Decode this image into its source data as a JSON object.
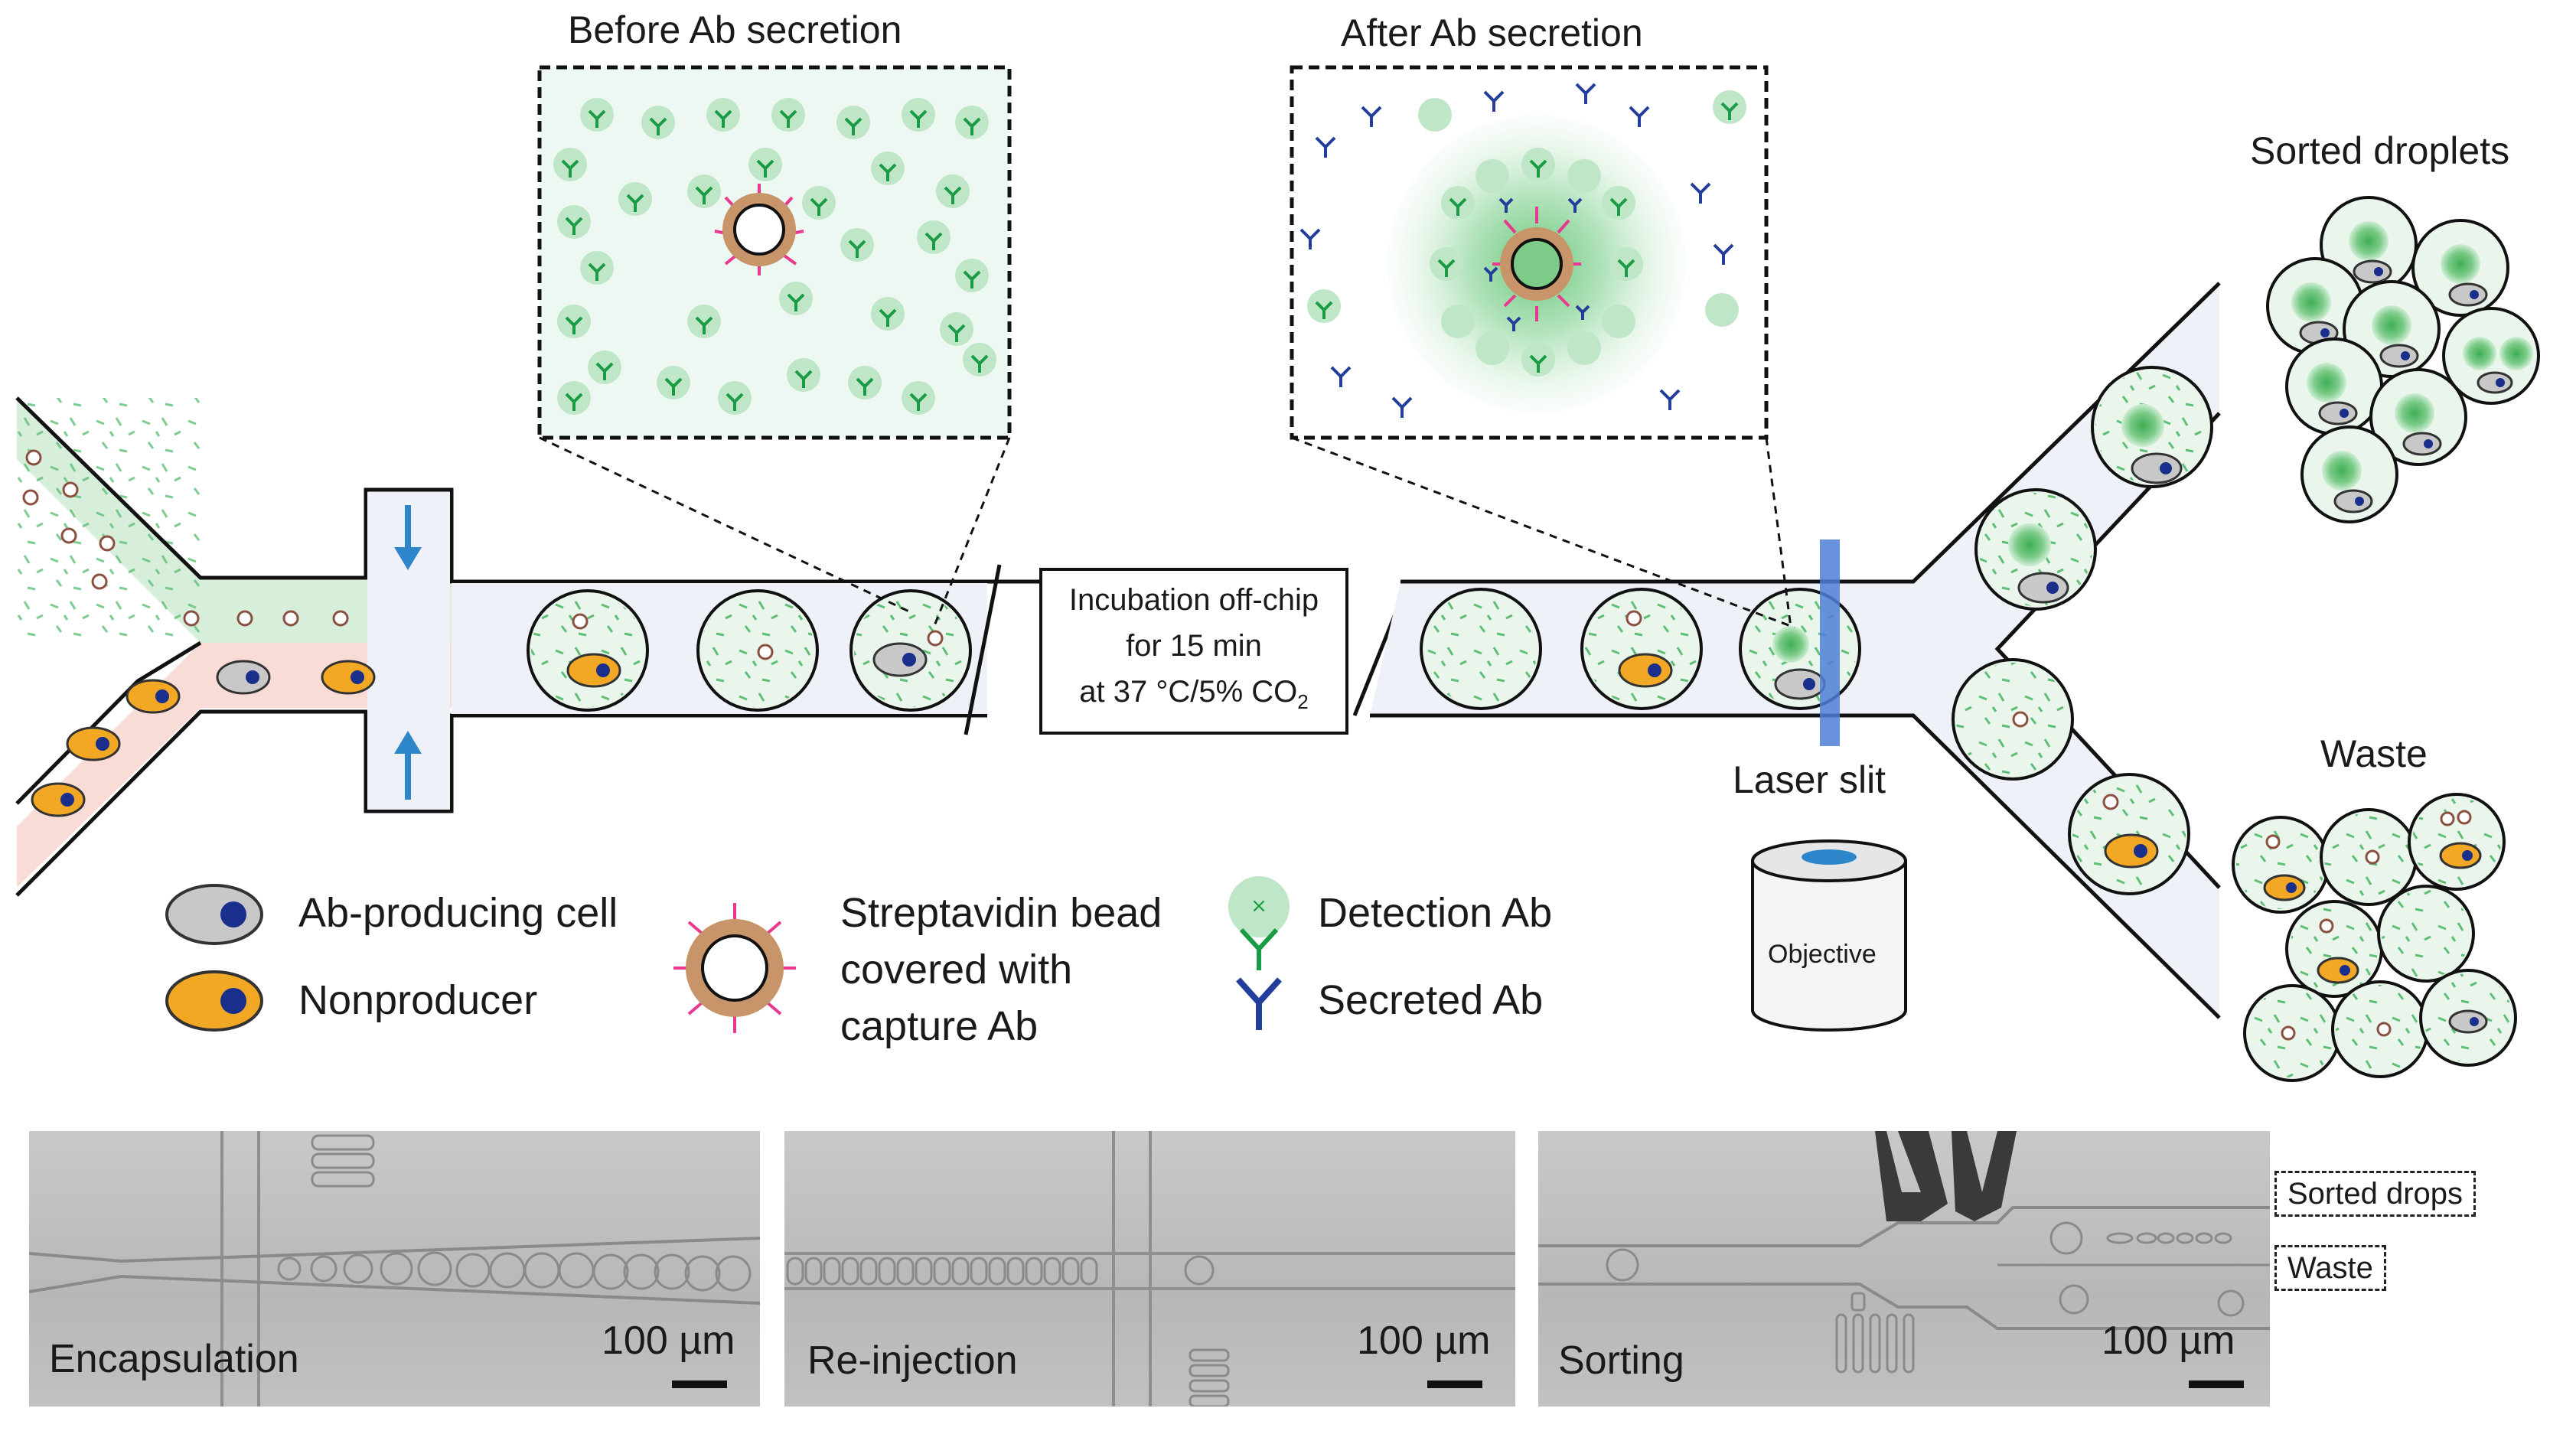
{
  "panels": {
    "before_title": "Before Ab secretion",
    "after_title": "After Ab secretion",
    "sorted_title": "Sorted droplets",
    "waste_title": "Waste"
  },
  "incubation": {
    "line1": "Incubation off-chip",
    "line2": "for 15 min",
    "line3": "at 37 °C/5% CO",
    "sub": "2"
  },
  "laser_label": "Laser slit",
  "objective_label": "Objective",
  "legend": {
    "producer": "Ab-producing cell",
    "nonproducer": "Nonproducer",
    "bead_line1": "Streptavidin bead",
    "bead_line2": "covered with",
    "bead_line3": "capture Ab",
    "detection": "Detection Ab",
    "secreted": "Secreted Ab"
  },
  "micrographs": {
    "encapsulation": "Encapsulation",
    "reinjection": "Re-injection",
    "sorting": "Sorting",
    "scale": "100 µm",
    "sorted_drops": "Sorted drops",
    "waste": "Waste"
  },
  "colors": {
    "channel_fill": "#eef1f8",
    "droplet_fill": "#eaf5ec",
    "producer_cell": "#c8c8c8",
    "nonproducer_cell": "#f2a825",
    "nucleus": "#1a2e8c",
    "bead_shell": "#c8956a",
    "capture_ab": "#e8388f",
    "detection_ab": "#1a9b45",
    "secreted_ab": "#223d9a",
    "laser": "#4d7fd6",
    "arrow": "#2d86c9"
  }
}
